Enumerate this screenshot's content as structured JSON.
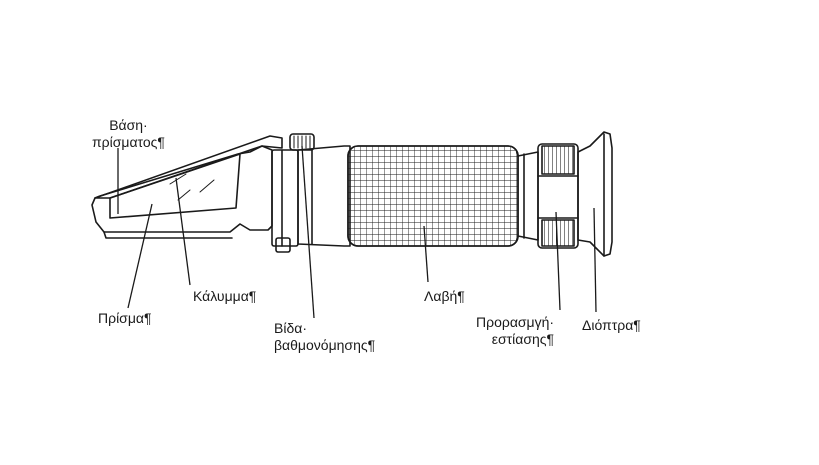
{
  "labels": {
    "prism_base": {
      "line1": "Βάση·",
      "line2": "πρίσματος¶"
    },
    "cover": "Κάλυμμα¶",
    "prism": "Πρίσμα¶",
    "calibration_screw": {
      "line1": "Βίδα·",
      "line2": "βαθμονόμησης¶"
    },
    "grip": "Λαβή¶",
    "focus_ring": {
      "line1": "Προρασμγή·",
      "line2": "εστίασης¶"
    },
    "eyepiece": "Διόπτρα¶"
  },
  "colors": {
    "ink": "#1a1a1a",
    "background": "#ffffff"
  }
}
